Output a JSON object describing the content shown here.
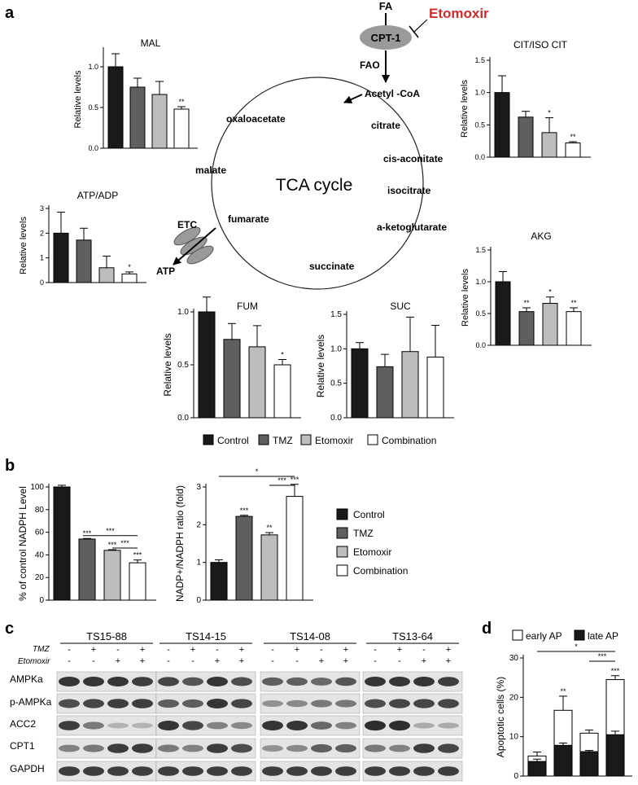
{
  "colors": {
    "control": "#1a1a1a",
    "tmz": "#5f5f5f",
    "etomoxir": "#bdbdbd",
    "combination": "#ffffff",
    "red": "#d42a2a"
  },
  "panel_labels": [
    "a",
    "b",
    "c",
    "d"
  ],
  "pathway": {
    "FA": "FA",
    "CPT1": "CPT-1",
    "inhibitor": "Etomoxir",
    "FAO": "FAO",
    "acetylcoa": "Acetyl -CoA",
    "center": "TCA cycle",
    "metabolites": [
      "oxaloacetate",
      "citrate",
      "cis-aconitate",
      "isocitrate",
      "a-ketoglutarate",
      "succinate",
      "fumarate",
      "malate"
    ],
    "ETC": "ETC",
    "ATP": "ATP"
  },
  "legend_a": [
    "Control",
    "TMZ",
    "Etomoxir",
    "Combination"
  ],
  "legend_b": [
    "Control",
    "TMZ",
    "Etomoxir",
    "Combination"
  ],
  "chart_data": [
    {
      "type": "bar",
      "title": "MAL",
      "ylabel": "Relative levels",
      "ylim": [
        0,
        1.2
      ],
      "yticks": [
        "0.0",
        "0.5",
        "1.0"
      ],
      "values": [
        1.0,
        0.75,
        0.66,
        0.48
      ],
      "errors": [
        0.16,
        0.11,
        0.16,
        0.03
      ],
      "sig": [
        "",
        "",
        "",
        "**"
      ]
    },
    {
      "type": "bar",
      "title": "CIT/ISO CIT",
      "ylabel": "Relative levels",
      "ylim": [
        0,
        1.5
      ],
      "yticks": [
        "0.0",
        "0.5",
        "1.0",
        "1.5"
      ],
      "values": [
        1.0,
        0.62,
        0.38,
        0.22
      ],
      "errors": [
        0.26,
        0.09,
        0.23,
        0.02
      ],
      "sig": [
        "",
        "",
        "*",
        "**"
      ]
    },
    {
      "type": "bar",
      "title": "ATP/ADP",
      "ylabel": "Relative levels",
      "ylim": [
        0,
        3
      ],
      "yticks": [
        "0",
        "1",
        "2",
        "3"
      ],
      "values": [
        2.0,
        1.72,
        0.6,
        0.35
      ],
      "errors": [
        0.85,
        0.48,
        0.47,
        0.08
      ],
      "sig": [
        "",
        "",
        "",
        "*"
      ]
    },
    {
      "type": "bar",
      "title": "AKG",
      "ylabel": "Relative levels",
      "ylim": [
        0,
        1.5
      ],
      "yticks": [
        "0.0",
        "0.5",
        "1.0",
        "1.5"
      ],
      "values": [
        1.0,
        0.53,
        0.66,
        0.53
      ],
      "errors": [
        0.16,
        0.06,
        0.1,
        0.06
      ],
      "sig": [
        "",
        "**",
        "*",
        "**"
      ]
    },
    {
      "type": "bar",
      "title": "FUM",
      "ylabel": "Relative levels",
      "ylim": [
        0,
        1.0
      ],
      "yticks": [
        "0.0",
        "0.5",
        "1.0"
      ],
      "values": [
        1.0,
        0.74,
        0.67,
        0.5
      ],
      "errors": [
        0.14,
        0.15,
        0.2,
        0.05
      ],
      "sig": [
        "",
        "",
        "",
        "*"
      ]
    },
    {
      "type": "bar",
      "title": "SUC",
      "ylabel": "Relative levels",
      "ylim": [
        0,
        1.5
      ],
      "yticks": [
        "0.0",
        "0.5",
        "1.0",
        "1.5"
      ],
      "values": [
        1.0,
        0.74,
        0.96,
        0.88
      ],
      "errors": [
        0.09,
        0.18,
        0.5,
        0.46
      ],
      "sig": [
        "",
        "",
        "",
        ""
      ]
    },
    {
      "type": "bar",
      "title": "",
      "ylabel": "% of control NADPH Level",
      "ylim": [
        0,
        100
      ],
      "yticks": [
        "0",
        "20",
        "40",
        "60",
        "80",
        "100"
      ],
      "values": [
        100,
        54,
        44,
        33
      ],
      "errors": [
        1.5,
        0.5,
        0.6,
        2.5
      ],
      "sig": [
        "",
        "***",
        "***",
        "***"
      ],
      "brackets": [
        {
          "from": 1,
          "to": 3,
          "label": "***"
        },
        {
          "from": 2,
          "to": 3,
          "label": "***"
        }
      ]
    },
    {
      "type": "bar",
      "title": "",
      "ylabel": "NADP+/NADPH ratio (fold)",
      "ylim": [
        0,
        3
      ],
      "yticks": [
        "0",
        "1",
        "2",
        "3"
      ],
      "values": [
        1.0,
        2.22,
        1.73,
        2.75
      ],
      "errors": [
        0.07,
        0.03,
        0.06,
        0.32
      ],
      "sig": [
        "",
        "***",
        "**",
        "***"
      ],
      "brackets": [
        {
          "from": 0,
          "to": 3,
          "label": "*"
        },
        {
          "from": 2,
          "to": 3,
          "label": "***"
        }
      ]
    },
    {
      "type": "bar",
      "title": "",
      "ylabel": "Apoptotic cells (%)",
      "ylim": [
        0,
        30
      ],
      "yticks": [
        "0",
        "10",
        "20",
        "30"
      ],
      "series": [
        {
          "name": "late AP",
          "values": [
            3.7,
            7.8,
            6.2,
            10.5
          ],
          "errors": [
            0.6,
            0.6,
            0.3,
            0.9
          ]
        },
        {
          "name": "early AP",
          "values": [
            1.4,
            8.9,
            4.7,
            14.0
          ],
          "errors": [
            1.0,
            3.6,
            0.8,
            1.0
          ]
        }
      ],
      "sig": [
        "",
        "**",
        "",
        "***"
      ],
      "brackets": [
        {
          "from": 0,
          "to": 3,
          "label": "*"
        },
        {
          "from": 2,
          "to": 3,
          "label": "***"
        }
      ]
    }
  ],
  "western": {
    "groups": [
      "TS15-88",
      "TS14-15",
      "TS14-08",
      "TS13-64"
    ],
    "row_labels": [
      "TMZ",
      "Etomoxir"
    ],
    "tmz": [
      "-",
      "+",
      "-",
      "+"
    ],
    "etomoxir": [
      "-",
      "-",
      "+",
      "+"
    ],
    "proteins": [
      "AMPKa",
      "p-AMPKa",
      "ACC2",
      "CPT1",
      "GAPDH"
    ],
    "intensity": [
      [
        [
          0.85,
          0.85,
          0.85,
          0.8
        ],
        [
          0.75,
          0.65,
          0.85,
          0.7
        ],
        [
          0.6,
          0.6,
          0.55,
          0.65
        ],
        [
          0.85,
          0.85,
          0.85,
          0.8
        ]
      ],
      [
        [
          0.7,
          0.75,
          0.8,
          0.8
        ],
        [
          0.6,
          0.6,
          0.85,
          0.75
        ],
        [
          0.3,
          0.35,
          0.45,
          0.45
        ],
        [
          0.7,
          0.75,
          0.75,
          0.75
        ]
      ],
      [
        [
          0.8,
          0.45,
          0.1,
          0.1
        ],
        [
          0.85,
          0.75,
          0.4,
          0.35
        ],
        [
          0.85,
          0.85,
          0.55,
          0.4
        ],
        [
          0.9,
          0.9,
          0.15,
          0.15
        ]
      ],
      [
        [
          0.4,
          0.45,
          0.8,
          0.8
        ],
        [
          0.45,
          0.4,
          0.8,
          0.7
        ],
        [
          0.3,
          0.35,
          0.6,
          0.6
        ],
        [
          0.45,
          0.4,
          0.8,
          0.75
        ]
      ],
      [
        [
          0.8,
          0.8,
          0.8,
          0.8
        ],
        [
          0.8,
          0.8,
          0.8,
          0.8
        ],
        [
          0.8,
          0.8,
          0.8,
          0.8
        ],
        [
          0.8,
          0.8,
          0.8,
          0.8
        ]
      ]
    ]
  },
  "legend_d": [
    "early AP",
    "late AP"
  ]
}
